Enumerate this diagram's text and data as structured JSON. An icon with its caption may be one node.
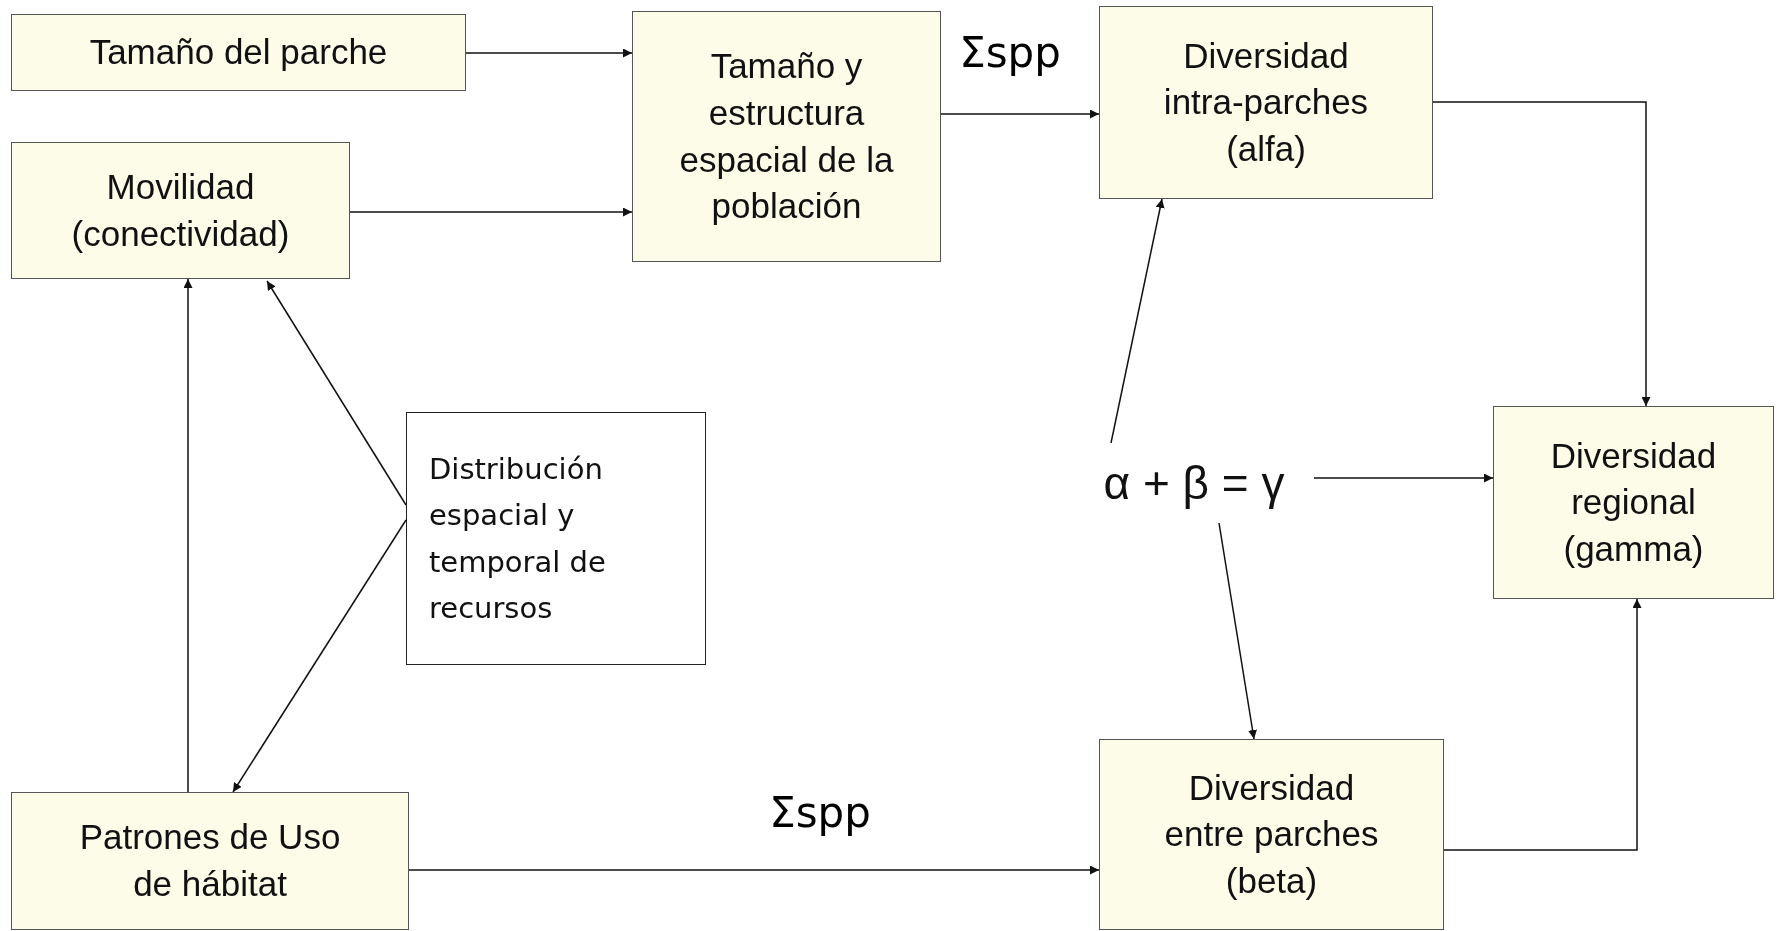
{
  "diagram": {
    "nodes": [
      {
        "text": [
          "Tamaño del parche"
        ]
      },
      {
        "text": [
          "Movilidad (conectividad)"
        ]
      },
      {
        "text": [
          "Tamaño y estructura espacial de la población"
        ]
      },
      {
        "text": [
          "Diversidad intra-parches (alfa)"
        ]
      },
      {
        "text": [
          "Distribución espacial y temporal de recursos"
        ]
      },
      {
        "text": [
          "α + β = γ"
        ]
      },
      {
        "text": [
          "Diversidad regional (gamma)"
        ]
      },
      {
        "text": [
          "Patrones de Uso de hábitat"
        ]
      },
      {
        "text": [
          "Diversidad entre parches (beta)"
        ]
      }
    ],
    "edges": [
      {
        "from": 0,
        "to": 2,
        "arrow": "to"
      },
      {
        "from": 1,
        "to": 2,
        "arrow": "to"
      },
      {
        "from": 2,
        "to": 3,
        "arrow": "to",
        "label": "Σspp"
      },
      {
        "from": 3,
        "to": 6,
        "arrow": "to"
      },
      {
        "from": 5,
        "to": 3,
        "arrow": "to"
      },
      {
        "from": 5,
        "to": 8,
        "arrow": "to"
      },
      {
        "from": 5,
        "to": 6,
        "arrow": "to"
      },
      {
        "from": 8,
        "to": 6,
        "arrow": "to"
      },
      {
        "from": 7,
        "to": 8,
        "arrow": "to",
        "label": "Σspp"
      },
      {
        "from": 7,
        "to": 1,
        "arrow": "to"
      },
      {
        "from": 4,
        "to": 1,
        "arrow": "to"
      },
      {
        "from": 4,
        "to": 7,
        "arrow": "to"
      }
    ]
  }
}
